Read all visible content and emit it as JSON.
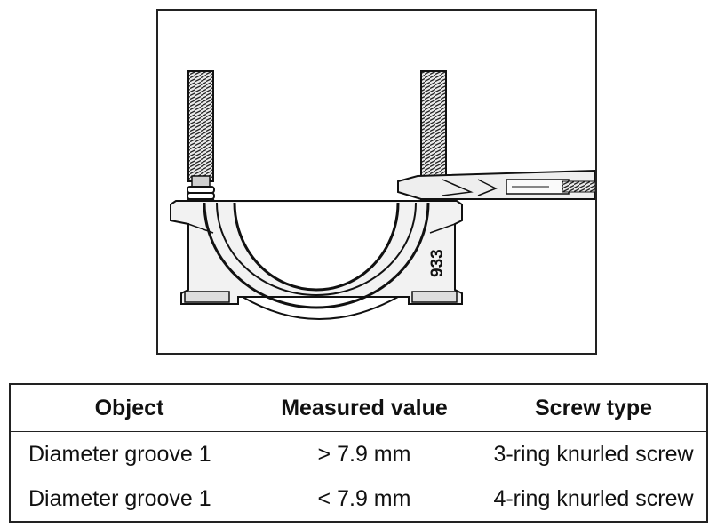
{
  "figure": {
    "part_marking": "933",
    "parts": [
      "bearing-cap",
      "threaded-stud-left",
      "threaded-stud-right",
      "caliper-gauge"
    ]
  },
  "table": {
    "headers": [
      "Object",
      "Measured value",
      "Screw type"
    ],
    "rows": [
      {
        "object": "Diameter groove 1",
        "measured": "> 7.9 mm",
        "screw": "3-ring knurled screw"
      },
      {
        "object": "Diameter groove 1",
        "measured": "< 7.9 mm",
        "screw": "4-ring knurled screw"
      }
    ]
  }
}
